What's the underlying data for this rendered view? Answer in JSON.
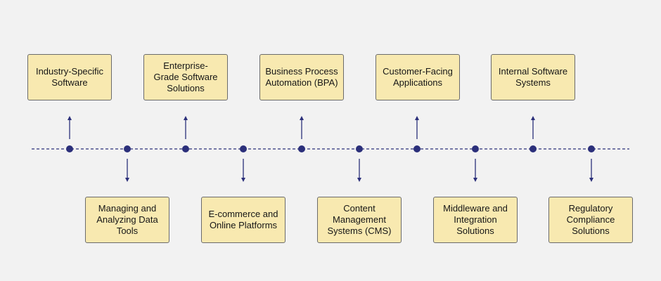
{
  "top_items": [
    {
      "label": "Industry-Specific\nSoftware"
    },
    {
      "label": "Enterprise-\nGrade Software\nSolutions"
    },
    {
      "label": "Business Process\nAutomation (BPA)"
    },
    {
      "label": "Customer-Facing\nApplications"
    },
    {
      "label": "Internal Software\nSystems"
    }
  ],
  "bottom_items": [
    {
      "label": "Managing and\nAnalyzing Data\nTools"
    },
    {
      "label": "E-commerce and\nOnline Platforms"
    },
    {
      "label": "Content\nManagement\nSystems (CMS)"
    },
    {
      "label": "Middleware and\nIntegration\nSolutions"
    },
    {
      "label": "Regulatory\nCompliance\nSolutions"
    }
  ],
  "colors": {
    "box_fill": "#f8e9b0",
    "box_border": "#6b6b6b",
    "timeline": "#2b2f7a",
    "background": "#f2f2f2"
  }
}
